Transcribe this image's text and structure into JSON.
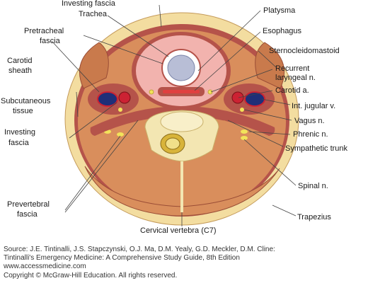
{
  "labels": {
    "investing_fascia_top": "Investing fascia",
    "trachea": "Trachea",
    "pretracheal_fascia_1": "Pretracheal",
    "pretracheal_fascia_2": "fascia",
    "carotid_sheath_1": "Carotid",
    "carotid_sheath_2": "sheath",
    "subcutaneous_tissue_1": "Subcutaneous",
    "subcutaneous_tissue_2": "tissue",
    "investing_fascia_left_1": "Investing",
    "investing_fascia_left_2": "fascia",
    "prevertebral_fascia_1": "Prevertebral",
    "prevertebral_fascia_2": "fascia",
    "cervical_vertebra": "Cervical vertebra (C7)",
    "platysma": "Platysma",
    "esophagus": "Esophagus",
    "sternocleidomastoid": "Sternocleidomastoid",
    "recurrent_laryngeal_1": "Recurrent",
    "recurrent_laryngeal_2": "laryngeal n.",
    "carotid_a": "Carotid a.",
    "int_jugular_v": "Int. jugular v.",
    "vagus_n": "Vagus n.",
    "phrenic_n": "Phrenic n.",
    "sympathetic_trunk": "Sympathetic trunk",
    "spinal_n": "Spinal n.",
    "trapezius": "Trapezius"
  },
  "source": {
    "line1": "Source: J.E. Tintinalli, J.S. Stapczynski, O.J. Ma, D.M. Yealy, G.D. Meckler, D.M. Cline:",
    "line2": "Tintinalli's Emergency Medicine: A Comprehensive Study Guide, 8th Edition",
    "line3": "www.accessmedicine.com",
    "line4": "Copyright © McGraw-Hill Education.  All rights reserved."
  },
  "colors": {
    "skin": "#f3dda0",
    "muscle": "#d98e5c",
    "fascia": "#b5534a",
    "trachea_wall": "#f2b3ae",
    "artery": "#cc2233",
    "vein": "#1f2f78",
    "nerve": "#f2e35a",
    "bone": "#f3e6b2"
  }
}
